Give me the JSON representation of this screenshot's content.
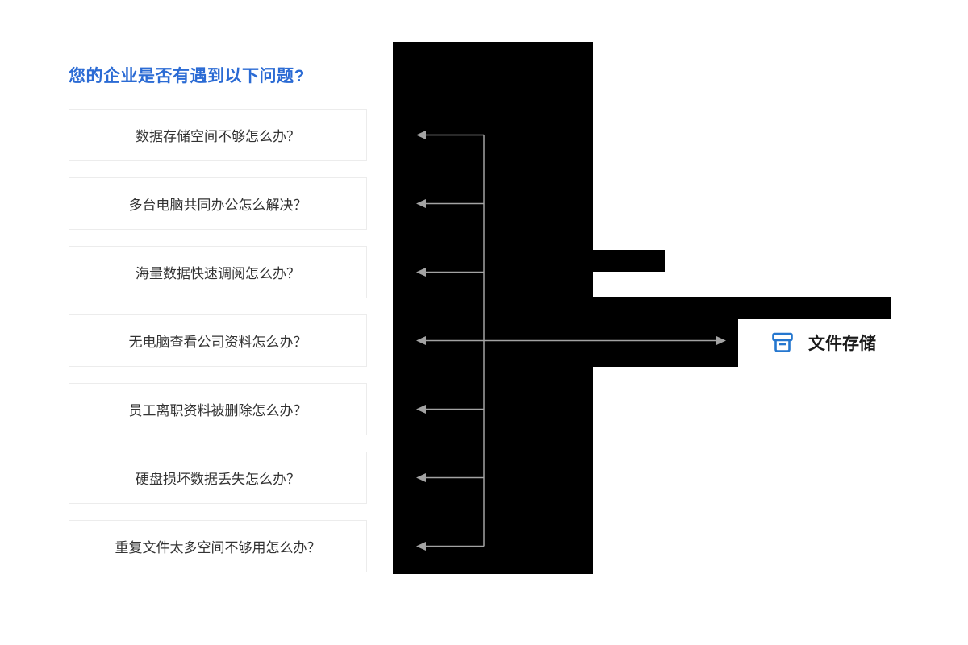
{
  "page": {
    "background": "#ffffff"
  },
  "heading": {
    "text": "您的企业是否有遇到以下问题?",
    "color": "#2b6bd4"
  },
  "problems": [
    {
      "label": "数据存储空间不够怎么办？"
    },
    {
      "label": "多台电脑共同办公怎么解决？"
    },
    {
      "label": "海量数据快速调阅怎么办？"
    },
    {
      "label": "无电脑查看公司资料怎么办？"
    },
    {
      "label": "员工离职资料被删除怎么办？"
    },
    {
      "label": "硬盘损坏数据丢失怎么办？"
    },
    {
      "label": "重复文件太多空间不够用怎么办？"
    }
  ],
  "solution": {
    "label": "文件存储",
    "icon": "archive-box-icon",
    "icon_color": "#2577cf"
  },
  "graphics": {
    "arrow_color": "#a3a3a3",
    "image_block_color": "#000000"
  }
}
